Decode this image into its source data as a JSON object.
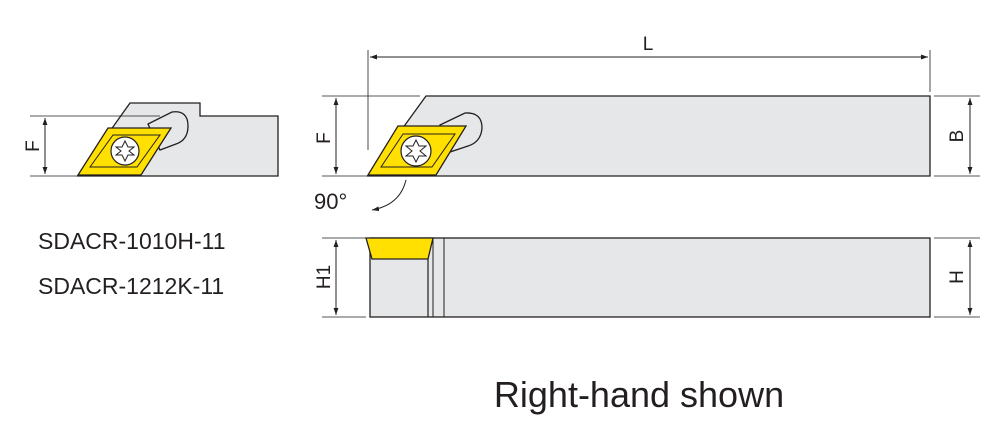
{
  "labels": {
    "F_small": "F",
    "F_side": "F",
    "L": "L",
    "B": "B",
    "H1": "H1",
    "H": "H",
    "angle": "90°"
  },
  "models": [
    "SDACR-1010H-11",
    "SDACR-1212K-11"
  ],
  "caption": "Right-hand shown",
  "colors": {
    "body_fill": "#e6e7e8",
    "insert_yellow": "#ffe000",
    "outline": "#231f20"
  }
}
